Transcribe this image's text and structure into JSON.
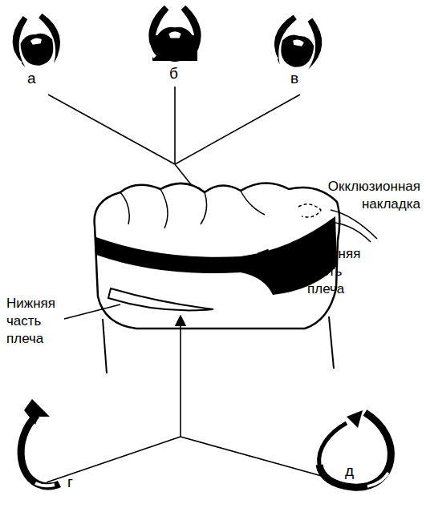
{
  "diagram": {
    "labels": [
      "а",
      "б",
      "в",
      "Окклюзионная накладка",
      "Верхняя часть плеча",
      "Нижняя часть плеча",
      "г",
      "д"
    ]
  }
}
